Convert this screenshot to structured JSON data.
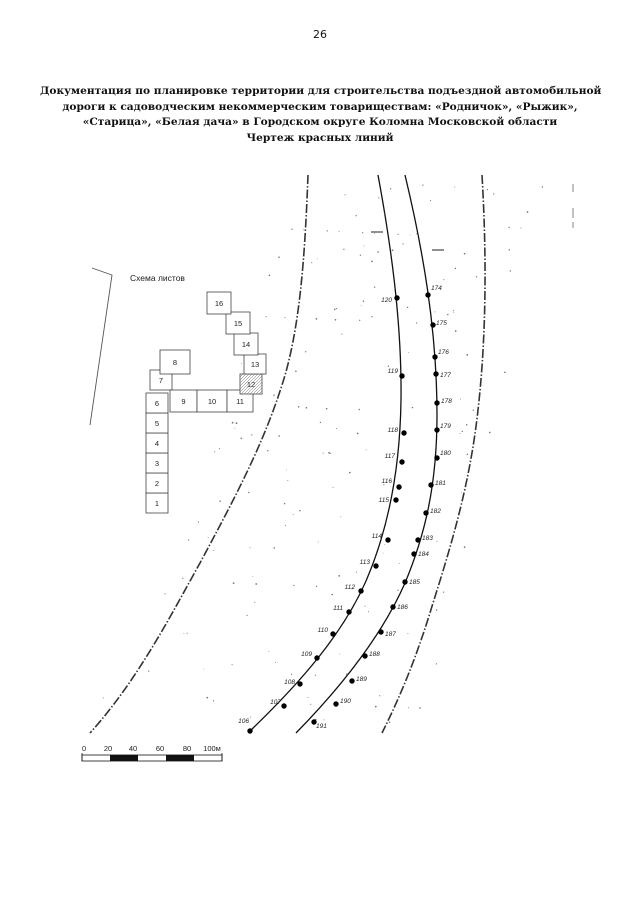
{
  "page_number": "26",
  "title_lines": [
    "Документация по планировке территории для строительства подъездной автомобильной",
    "дороги к садоводческим некоммерческим товариществам: «Родничок», «Рыжик»,",
    "«Старица», «Белая дача» в Городском округе Коломна Московской области",
    "Чертеж красных линий"
  ],
  "scheme_title": "Схема листов",
  "sheets": [
    "1",
    "2",
    "3",
    "4",
    "5",
    "6",
    "7",
    "8",
    "9",
    "10",
    "11",
    "12",
    "13",
    "14",
    "15",
    "16"
  ],
  "highlighted_sheet": "12",
  "scale_labels": [
    "0",
    "20",
    "40",
    "60",
    "80",
    "100м"
  ],
  "left_line_points": [
    "106",
    "107",
    "108",
    "109",
    "110",
    "111",
    "112",
    "113",
    "114",
    "115",
    "116",
    "117",
    "118",
    "119",
    "120"
  ],
  "right_line_points": [
    "174",
    "175",
    "176",
    "177",
    "178",
    "179",
    "180",
    "181",
    "182",
    "183",
    "184",
    "185",
    "186",
    "187",
    "188",
    "189",
    "190",
    "191"
  ]
}
